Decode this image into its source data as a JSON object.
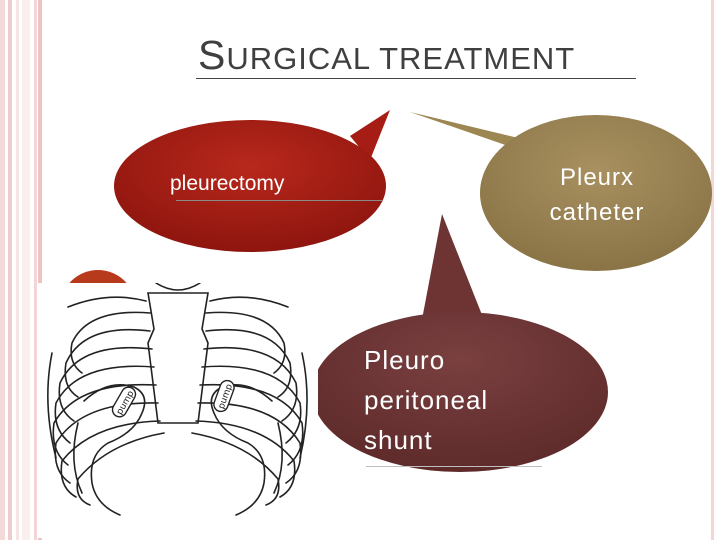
{
  "slide": {
    "title_first": "S",
    "title_rest": "URGICAL TREATMENT",
    "accent_colors": {
      "red_bubble": "#a51d14",
      "tan_bubble": "#9c8652",
      "maroon_bubble": "#6e3434",
      "stripe_pink": "#e8bcbc"
    }
  },
  "callouts": {
    "pleurectomy": "pleurectomy",
    "pleurx_line1": "Pleurx",
    "pleurx_line2": "catheter",
    "shunt_line1": "Pleuro",
    "shunt_line2": "peritoneal",
    "shunt_line3": "shunt"
  },
  "illustration": {
    "label_left": "pump",
    "label_right": "pump"
  }
}
